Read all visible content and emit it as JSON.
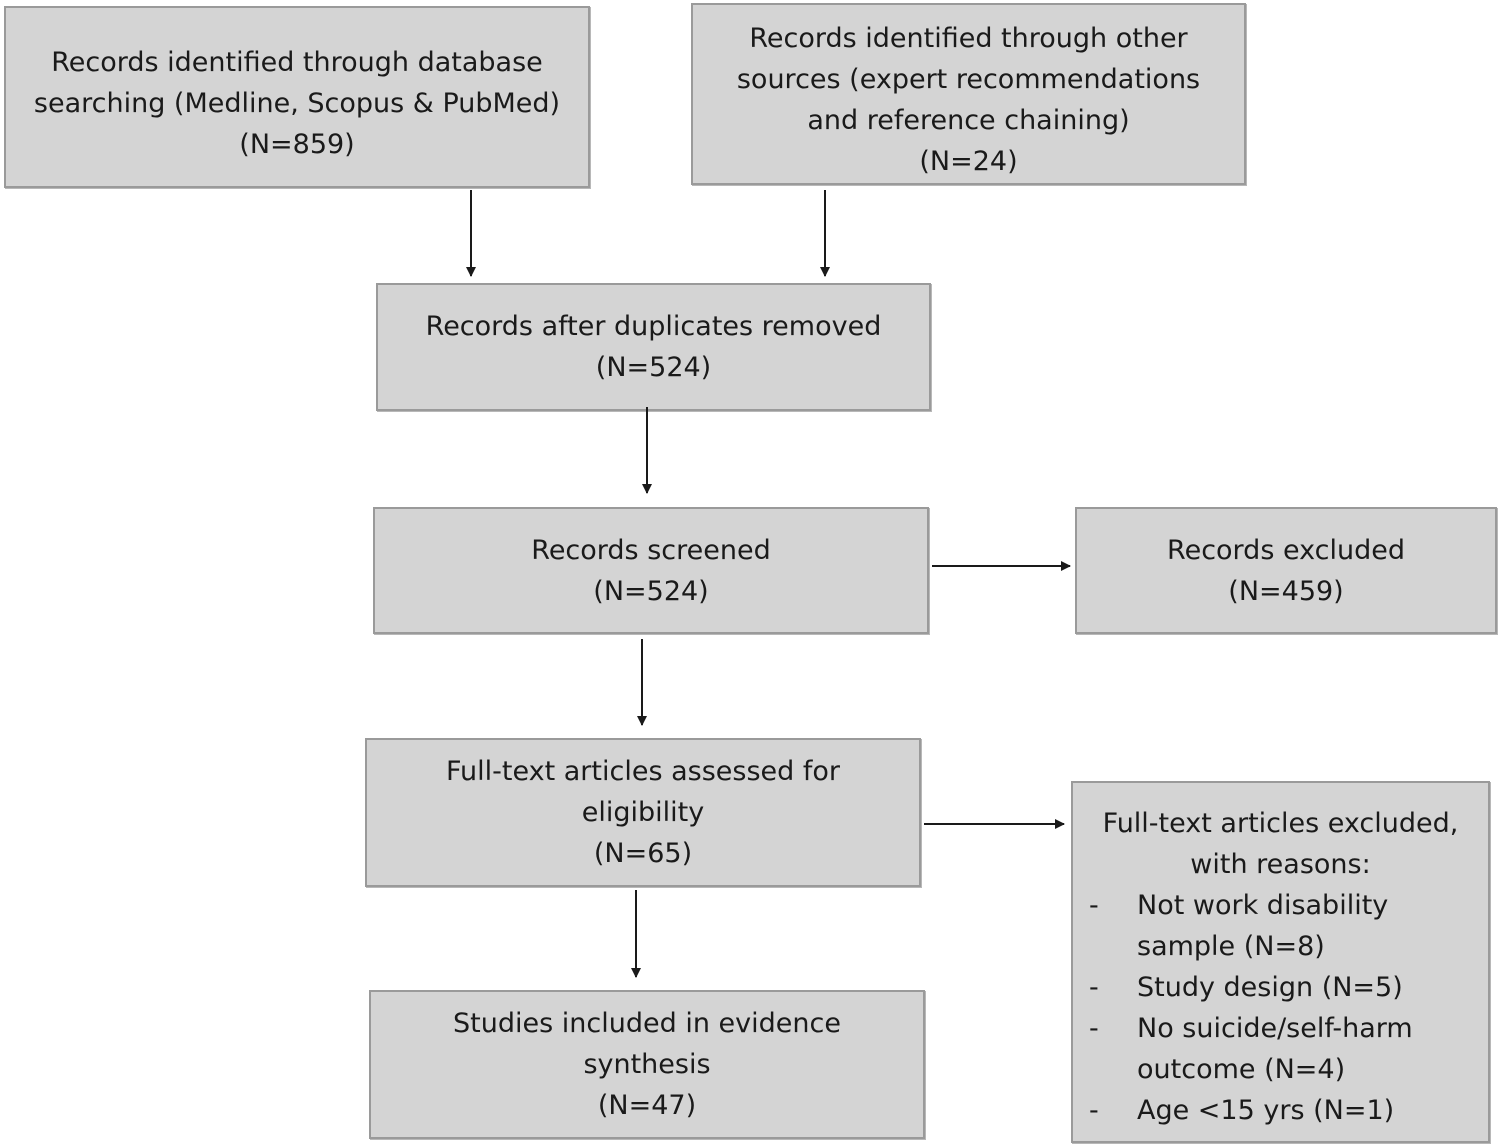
{
  "boxes": {
    "database_search": {
      "lines": [
        "Records identified through database",
        "searching (Medline, Scopus & PubMed)",
        "(N=859)"
      ]
    },
    "other_sources": {
      "lines": [
        "Records identified through other",
        "sources (expert recommendations",
        "and reference chaining)",
        "(N=24)"
      ]
    },
    "duplicates_removed": {
      "lines": [
        "Records after duplicates removed",
        "(N=524)"
      ]
    },
    "screened": {
      "lines": [
        "Records screened",
        "(N=524)"
      ]
    },
    "excluded": {
      "lines": [
        "Records excluded",
        "(N=459)"
      ]
    },
    "full_text_assessed": {
      "lines": [
        "Full-text articles assessed for",
        "eligibility",
        "(N=65)"
      ]
    },
    "included": {
      "lines": [
        "Studies included in evidence",
        "synthesis",
        "(N=47)"
      ]
    },
    "full_text_excluded": {
      "heading": [
        "Full-text articles excluded,",
        "with reasons:"
      ],
      "dash": "-",
      "reasons": [
        "Not work disability sample (N=8)",
        "Study design (N=5)",
        "No suicide/self-harm outcome (N=4)",
        "Age <15 yrs (N=1)"
      ]
    }
  },
  "colors": {
    "box_fill": "#d4d4d4",
    "box_border": "#9a9a9a",
    "arrow": "#1a1a1a"
  }
}
